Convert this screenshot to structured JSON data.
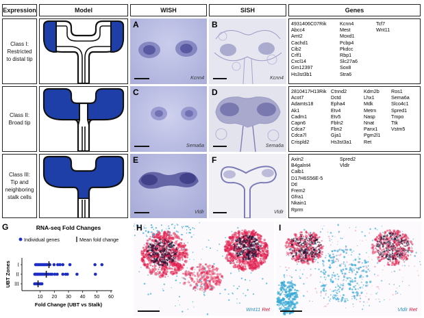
{
  "headers": {
    "expression": "Expression",
    "model": "Model",
    "wish": "WISH",
    "sish": "SISH",
    "genes": "Genes"
  },
  "classes": [
    {
      "label": "Class I:\nRestricted\nto distal tip"
    },
    {
      "label": "Class II:\nBroad tip"
    },
    {
      "label": "Class III:\nTip and\nneighboring\nstalk cells"
    }
  ],
  "panels": {
    "A": {
      "letter": "A",
      "gene": "Kcnn4"
    },
    "B": {
      "letter": "B",
      "gene": "Kcnn4"
    },
    "C": {
      "letter": "C",
      "gene": "Sema6a"
    },
    "D": {
      "letter": "D",
      "gene": "Sema6a"
    },
    "E": {
      "letter": "E",
      "gene": "Vldlr"
    },
    "F": {
      "letter": "F",
      "gene": "Vldlr"
    },
    "G": {
      "letter": "G"
    },
    "H": {
      "letter": "H",
      "gene1": "Wnt11",
      "gene2": "Ret"
    },
    "I": {
      "letter": "I",
      "gene1": "Vldlr",
      "gene2": "Ret"
    }
  },
  "gene_lists": {
    "class1": [
      [
        "4931406C07Rik",
        "Abcc4",
        "Amt2",
        "Cachd1",
        "Cib2",
        "Crlf1",
        "Cxcl14",
        "Gm12397",
        "Hs3st3b1"
      ],
      [
        "Kcnn4",
        "Mest",
        "Moxd1",
        "Pcbp4",
        "Pkdcc",
        "Rbp1",
        "Slc27a6",
        "Sox8",
        "Stra6"
      ],
      [
        "Tcf7",
        "Wnt11"
      ]
    ],
    "class2": [
      [
        "2810417H13Rik",
        "Acot7",
        "Adamts18",
        "Ak1",
        "Cadm1",
        "Capn6",
        "Cdca7",
        "Cdca7l",
        "Crispld2"
      ],
      [
        "Ctnnd2",
        "Dctd",
        "Epha4",
        "Etv4",
        "Etv5",
        "Fbln2",
        "Fbn2",
        "Gja1",
        "Hs3st3a1"
      ],
      [
        "Kdm2b",
        "Lhx1",
        "Mdk",
        "Metrn",
        "Nasp",
        "Nnat",
        "Panx1",
        "Pgm2l1",
        "Ret"
      ],
      [
        "Ros1",
        "Sema6a",
        "Slco4c1",
        "Spred1",
        "Tmpo",
        "Ttk",
        "Vstm5"
      ]
    ],
    "class3": [
      [
        "Axin2",
        "B4galnt4",
        "Calb1",
        "D17H6S56E-5",
        "Dtl",
        "Frem2",
        "Gfra1",
        "Nkain1",
        "Rprm"
      ],
      [
        "Spred2",
        "Vldlr"
      ]
    ]
  },
  "chart_data": {
    "type": "scatter",
    "title": "RNA-seq Fold Changes",
    "xlabel": "Fold Change (UBT vs Stalk)",
    "ylabel": "UBT Zones",
    "xlim": [
      0,
      60
    ],
    "xticks": [
      10,
      20,
      30,
      40,
      50,
      60
    ],
    "categories": [
      "I",
      "II",
      "III"
    ],
    "legend": [
      {
        "marker": "dot",
        "label": "Individual genes"
      },
      {
        "marker": "bar",
        "label": "Mean fold change"
      }
    ],
    "legend_position": "top",
    "color": "#1f2fc4",
    "series": [
      {
        "category": "I",
        "values": [
          6.8,
          7.5,
          8.3,
          9.1,
          9.9,
          10.8,
          11.6,
          12.5,
          13.3,
          14.2,
          15.0,
          16.8,
          19.8,
          22.4,
          24.0,
          26.0,
          31.0,
          48.7,
          53.6
        ],
        "mean": 16.2
      },
      {
        "category": "II",
        "values": [
          6.2,
          6.7,
          7.2,
          7.8,
          8.3,
          8.9,
          9.4,
          10.0,
          10.6,
          11.1,
          11.8,
          12.6,
          13.4,
          14.2,
          15.0,
          15.9,
          17.3,
          18.4,
          20.3,
          22.0,
          26.0,
          28.0,
          29.2,
          36.0,
          49.0
        ],
        "mean": 14.3
      },
      {
        "category": "III",
        "values": [
          6.1,
          7.0,
          7.7,
          8.5,
          9.6,
          10.5,
          11.2
        ],
        "mean": 8.5
      }
    ]
  },
  "colors": {
    "model_blue": "#1f3fa8",
    "wish_bg": "#b8bde0",
    "sish_bg": "#e4e4ef",
    "stain": "#3a3a8a",
    "red": "#d8123a",
    "cyan": "#2aa0cf"
  }
}
